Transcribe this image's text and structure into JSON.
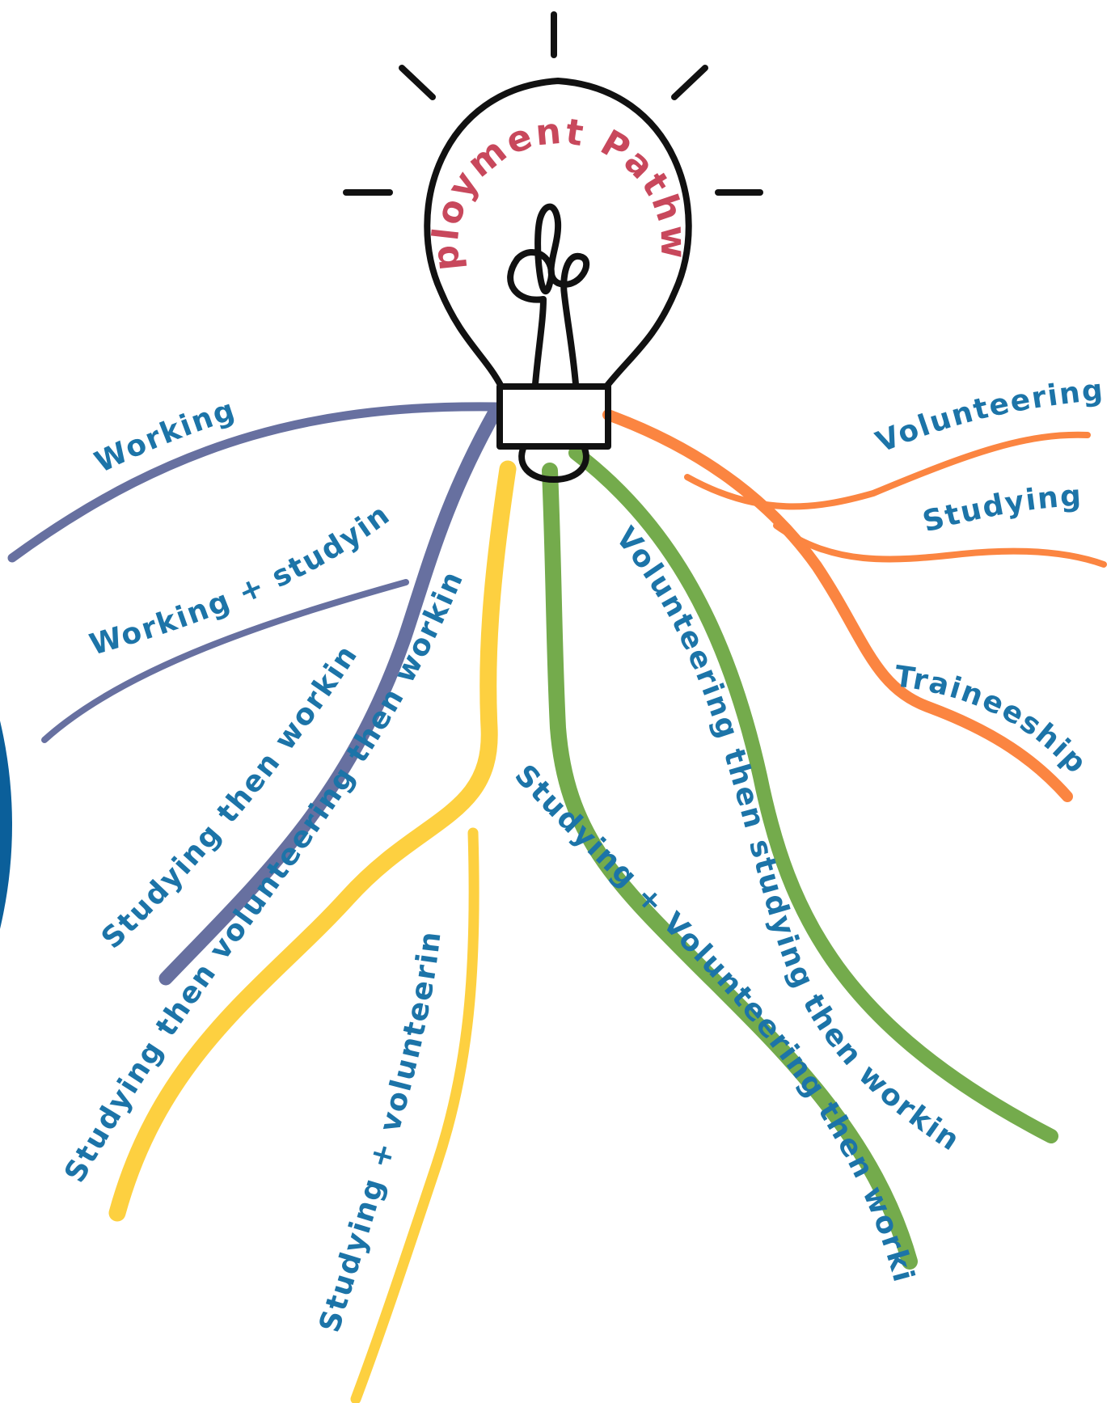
{
  "title": "Employment Pathways",
  "colors": {
    "title": "#c8485c",
    "label": "#1c74a8",
    "bulb": "#111111",
    "purple": "#6770a0",
    "yellow": "#fdd040",
    "green": "#74ab4c",
    "orange": "#fb8541",
    "corner": "#0b5f9a"
  },
  "branches": {
    "working": "Working",
    "working_studying": "Working + studying",
    "studying_then_working": "Studying then working",
    "studying_then_volunteering_then_working": "Studying then volunteering  then working",
    "studying_volunteering": "Studying + volunteering",
    "studying_volunteering_then_working": "Studying + Volunteering then working",
    "volunteering_then_studying_then_working": "Volunteering then studying then working",
    "volunteering": "Volunteering",
    "studying": "Studying",
    "traineeship": "Traineeship"
  }
}
